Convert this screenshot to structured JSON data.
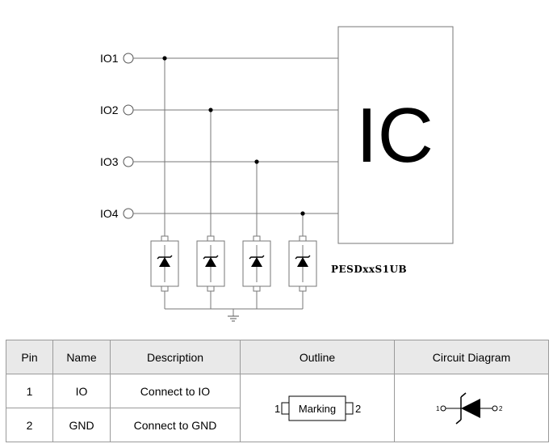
{
  "schematic": {
    "io_labels": [
      "IO1",
      "IO2",
      "IO3",
      "IO4"
    ],
    "ic_label": "IC",
    "part_number": "PESDxxS1UB"
  },
  "table": {
    "headers": [
      "Pin",
      "Name",
      "Description",
      "Outline",
      "Circuit Diagram"
    ],
    "rows": [
      {
        "pin": "1",
        "name": "IO",
        "description": "Connect to IO"
      },
      {
        "pin": "2",
        "name": "GND",
        "description": "Connect to GND"
      }
    ],
    "outline": {
      "marking": "Marking",
      "left_pin": "1",
      "right_pin": "2"
    },
    "circuit": {
      "left_pin": "1",
      "right_pin": "2"
    }
  }
}
